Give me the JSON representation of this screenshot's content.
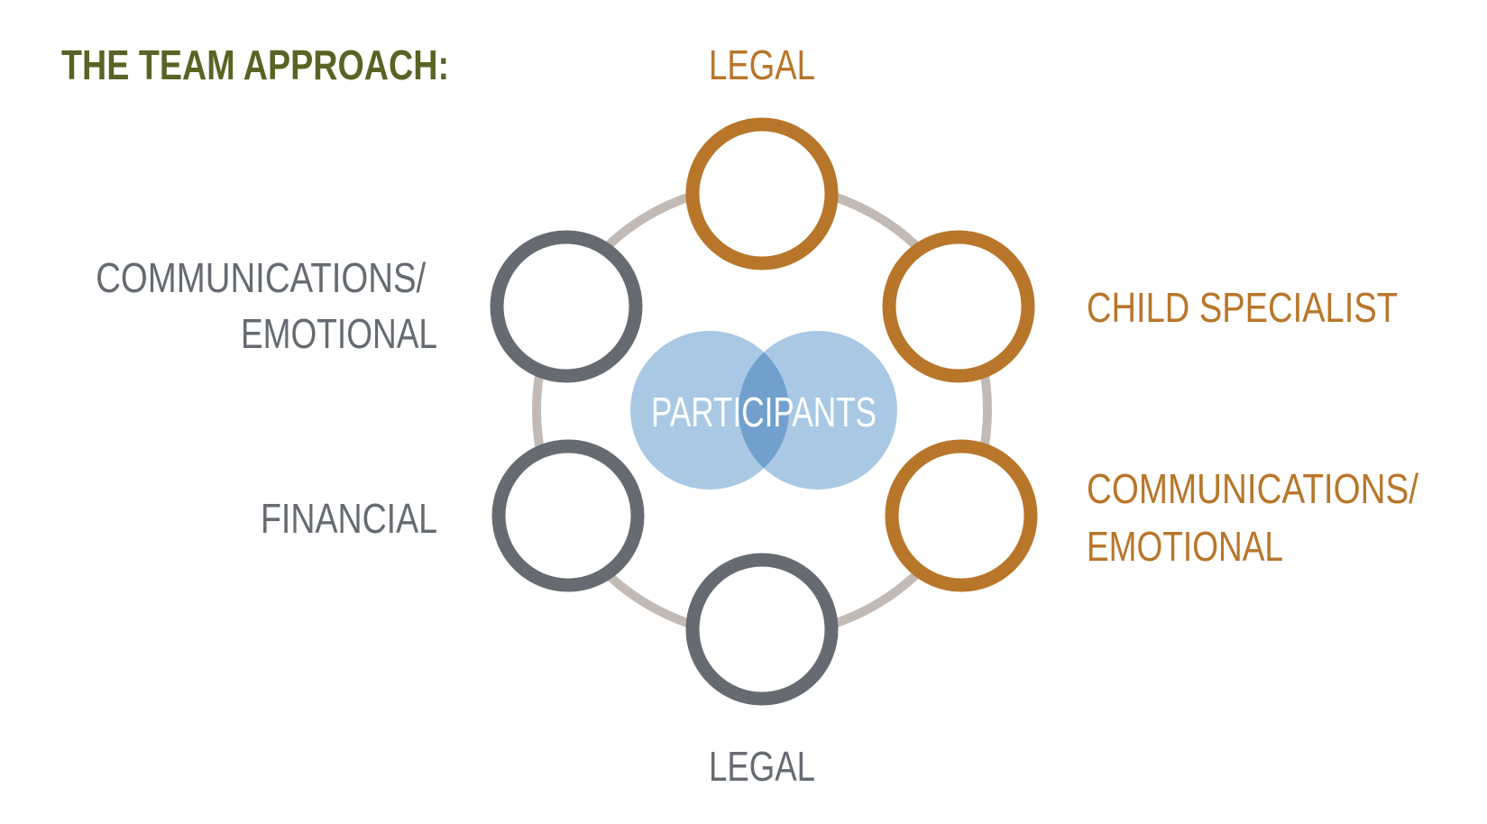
{
  "title": "THE TEAM APPROACH:",
  "colors": {
    "title": "#5a6324",
    "accent": "#b8762a",
    "slate": "#666b71",
    "ring": "#c2bab4",
    "participant_fill": "#a8c8e4",
    "participant_overlap": "#72a0cd",
    "participant_text": "#ffffff"
  },
  "center": {
    "label": "PARTICIPANTS"
  },
  "nodes": [
    {
      "id": "legal-top",
      "label_lines": [
        "LEGAL"
      ],
      "color": "accent"
    },
    {
      "id": "child-specialist",
      "label_lines": [
        "CHILD SPECIALIST"
      ],
      "color": "accent"
    },
    {
      "id": "communications-right",
      "label_lines": [
        "COMMUNICATIONS/",
        "EMOTIONAL"
      ],
      "color": "accent"
    },
    {
      "id": "legal-bottom",
      "label_lines": [
        "LEGAL"
      ],
      "color": "slate"
    },
    {
      "id": "financial",
      "label_lines": [
        "FINANCIAL"
      ],
      "color": "slate"
    },
    {
      "id": "communications-left",
      "label_lines": [
        "COMMUNICATIONS/",
        "EMOTIONAL"
      ],
      "color": "slate"
    }
  ]
}
